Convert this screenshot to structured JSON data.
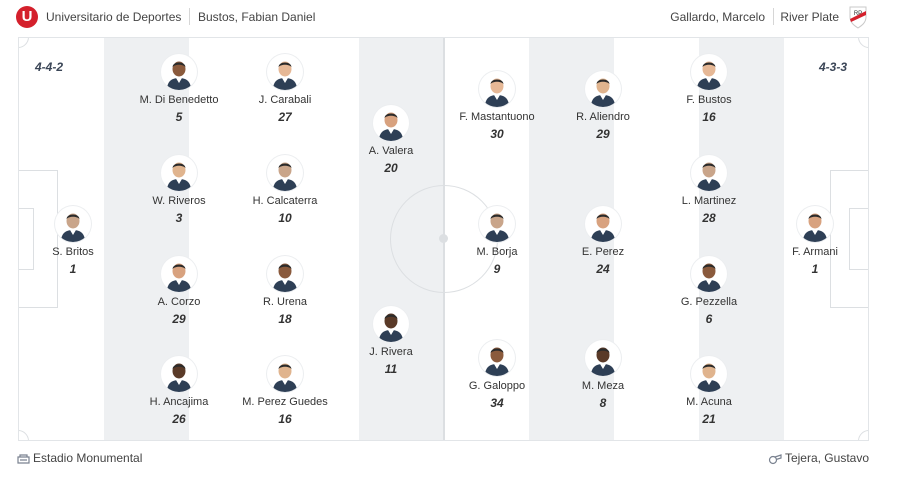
{
  "home": {
    "team": "Universitario de Deportes",
    "coach": "Bustos, Fabian Daniel",
    "formation": "4-4-2",
    "logo_letter": "U",
    "color": "#d4202c"
  },
  "away": {
    "team": "River Plate",
    "coach": "Gallardo, Marcelo",
    "formation": "4-3-3",
    "color": "#d4202c"
  },
  "players": [
    {
      "name": "S. Britos",
      "number": "1"
    },
    {
      "name": "M. Di Benedetto",
      "number": "5"
    },
    {
      "name": "W. Riveros",
      "number": "3"
    },
    {
      "name": "A. Corzo",
      "number": "29"
    },
    {
      "name": "H. Ancajima",
      "number": "26"
    },
    {
      "name": "J. Carabali",
      "number": "27"
    },
    {
      "name": "H. Calcaterra",
      "number": "10"
    },
    {
      "name": "R. Urena",
      "number": "18"
    },
    {
      "name": "M. Perez Guedes",
      "number": "16"
    },
    {
      "name": "A. Valera",
      "number": "20"
    },
    {
      "name": "J. Rivera",
      "number": "11"
    },
    {
      "name": "F. Mastantuono",
      "number": "30"
    },
    {
      "name": "M. Borja",
      "number": "9"
    },
    {
      "name": "G. Galoppo",
      "number": "34"
    },
    {
      "name": "R. Aliendro",
      "number": "29"
    },
    {
      "name": "E. Perez",
      "number": "24"
    },
    {
      "name": "M. Meza",
      "number": "8"
    },
    {
      "name": "F. Bustos",
      "number": "16"
    },
    {
      "name": "L. Martinez",
      "number": "28"
    },
    {
      "name": "G. Pezzella",
      "number": "6"
    },
    {
      "name": "M. Acuna",
      "number": "21"
    },
    {
      "name": "F. Armani",
      "number": "1"
    }
  ],
  "footer": {
    "stadium": "Estadio Monumental",
    "referee": "Tejera, Gustavo"
  }
}
